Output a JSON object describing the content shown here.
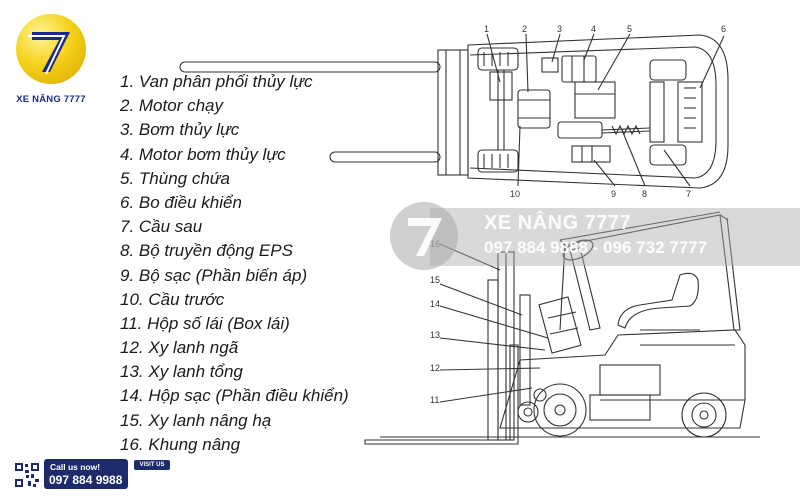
{
  "brand": {
    "logo_text": "XE NÂNG 7777",
    "logo_numeral": "7",
    "primary_color": "#1a2a8a",
    "gold_color": "#f5d21a"
  },
  "parts": [
    {
      "label": "1.   Van phân phối thủy lực"
    },
    {
      "label": "2.   Motor chạy"
    },
    {
      "label": "3.   Bơm thủy lực"
    },
    {
      "label": "4.   Motor bơm thủy lực"
    },
    {
      "label": "5.   Thùng chứa"
    },
    {
      "label": "6.   Bo điều khiển"
    },
    {
      "label": "7.   Cầu sau"
    },
    {
      "label": "8.   Bộ truyền động EPS"
    },
    {
      "label": "9.   Bộ sạc (Phần biến áp)"
    },
    {
      "label": "10. Cầu trước"
    },
    {
      "label": "11. Hộp số lái (Box lái)"
    },
    {
      "label": "12. Xy lanh ngã"
    },
    {
      "label": "13. Xy lanh tổng"
    },
    {
      "label": "14. Hộp sạc (Phần điều khiển)"
    },
    {
      "label": "15.  Xy lanh nâng hạ"
    },
    {
      "label": "16.  Khung nâng"
    }
  ],
  "top_view_callouts": [
    "1",
    "2",
    "3",
    "4",
    "5",
    "6",
    "7",
    "8",
    "9",
    "10"
  ],
  "side_view_callouts": [
    "16",
    "15",
    "14",
    "13",
    "12",
    "11"
  ],
  "watermark": {
    "numeral": "7",
    "brand": "XE NÂNG 7777",
    "phones": "097 884 9888 - 096 732 7777"
  },
  "contact": {
    "call_label": "Call us now!",
    "phone": "097 884 9988",
    "visit_label": "VISIT US"
  }
}
